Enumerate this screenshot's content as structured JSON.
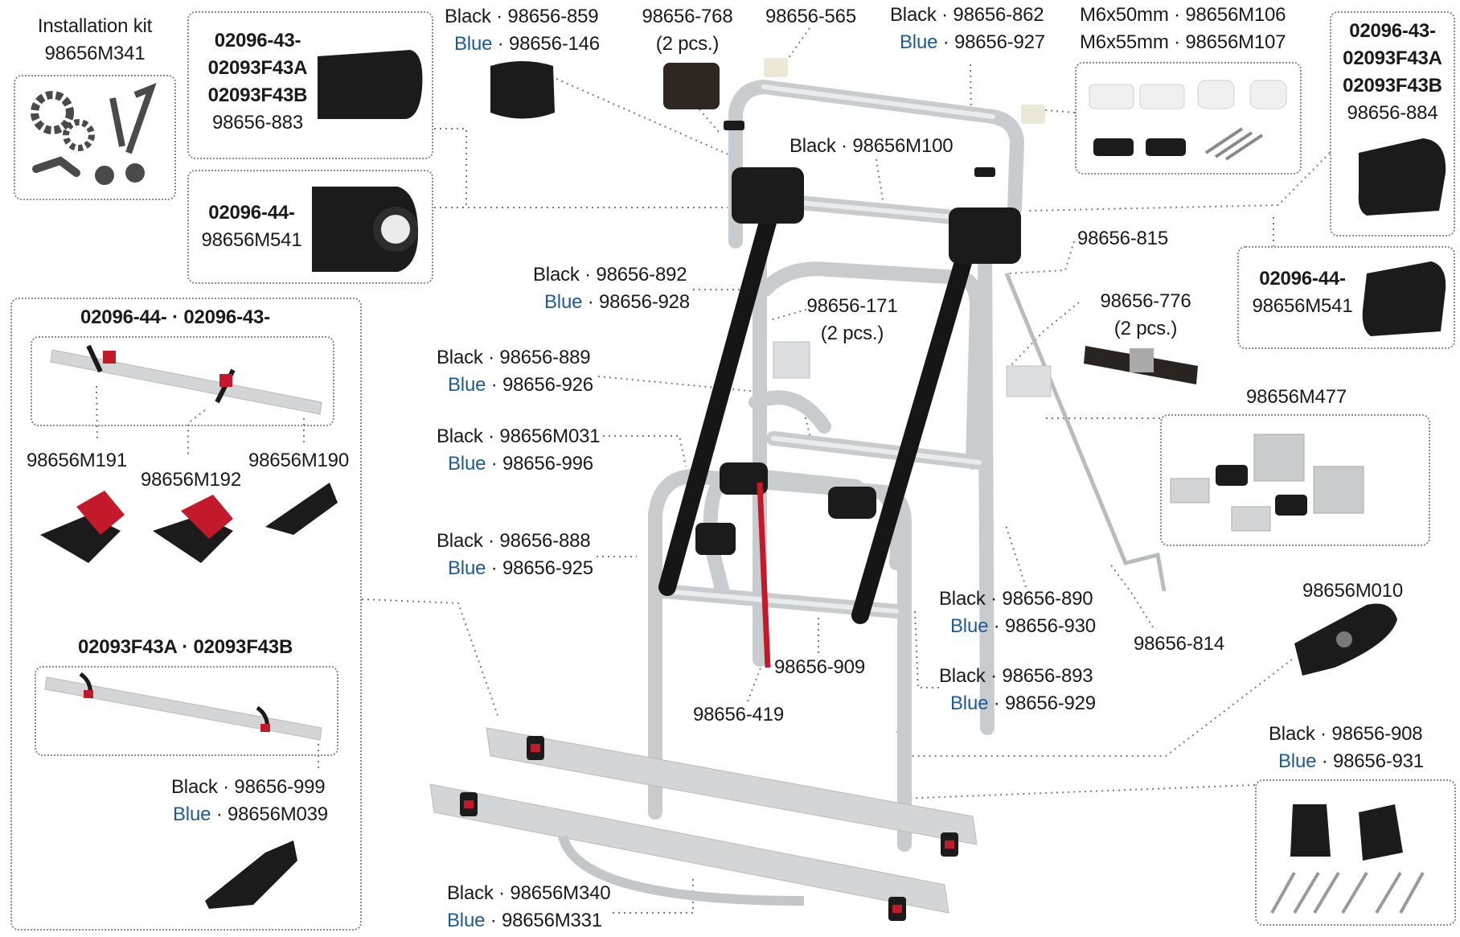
{
  "installation_kit": {
    "title": "Installation kit",
    "code": "98656M341"
  },
  "frame_connector": {
    "line1": "02096-43-",
    "line2": "02093F43A",
    "line3": "02093F43B",
    "code": "98656-883"
  },
  "frame_connector_44": {
    "line1": "02096-44-",
    "code": "98656M541"
  },
  "end_cap_top": {
    "black": "Black · 98656-859",
    "blue_word": "Blue",
    "blue_code": " · 98656-146"
  },
  "spacer": {
    "code": "98656-768",
    "qty": "(2 pcs.)"
  },
  "top_cap": {
    "code": "98656-565"
  },
  "top_tube": {
    "black": "Black · 98656-862",
    "blue_word": "Blue",
    "blue_code": " · 98656-927"
  },
  "screws": {
    "line1": "M6x50mm · 98656M106",
    "line2": "M6x55mm · 98656M107"
  },
  "cap_right_43": {
    "line1": "02096-43-",
    "line2": "02093F43A",
    "line3": "02093F43B",
    "code": "98656-884"
  },
  "cap_right_44": {
    "line1": "02096-44-",
    "code": "98656M541"
  },
  "cross_tube": {
    "text": "Black · 98656M100"
  },
  "rod_clip": {
    "code": "98656-815"
  },
  "strap": {
    "code": "98656-776",
    "qty": "(2 pcs.)"
  },
  "left_tube": {
    "black": "Black · 98656-892",
    "blue_word": "Blue",
    "blue_code": " · 98656-928"
  },
  "bracket": {
    "code": "98656-171",
    "qty": "(2 pcs.)"
  },
  "middle_frame": {
    "black": "Black · 98656-889",
    "blue_word": "Blue",
    "blue_code": " · 98656-926"
  },
  "arm_holder": {
    "black": "Black · 98656M031",
    "blue_word": "Blue",
    "blue_code": " ·  98656-996"
  },
  "lower_frame": {
    "black": "Black · 98656-888",
    "blue_word": "Blue",
    "blue_code": " · 98656-925"
  },
  "wall_plates": {
    "code": "98656M477"
  },
  "right_lower": {
    "black": "Black · 98656-890",
    "blue_word": "Blue",
    "blue_code": " · 98656-930"
  },
  "right_bottom": {
    "black": "Black · 98656-893",
    "blue_word": "Blue",
    "blue_code": " · 98656-929"
  },
  "lock_rod": {
    "code": "98656-814"
  },
  "foot": {
    "code": "98656M010"
  },
  "base_tube": {
    "code": "98656-909"
  },
  "red_strap": {
    "code": "98656-419"
  },
  "rail_feet": {
    "black": "Black · 98656-908",
    "blue_word": "Blue",
    "blue_code": " · 98656-931"
  },
  "rail_kit_44": {
    "title": "02096-44- · 02096-43-",
    "part1": "98656M191",
    "part2": "98656M192",
    "part3": "98656M190"
  },
  "rail_kit_f43": {
    "title": "02093F43A · 02093F43B"
  },
  "wheel_holder": {
    "black": "Black · 98656-999",
    "blue_word": "Blue",
    "blue_code": " · 98656M039"
  },
  "bottom_rails": {
    "black": "Black · 98656M340",
    "blue_word": "Blue",
    "blue_code": " · 98656M331"
  },
  "colors": {
    "blue": "#1d5a96",
    "frame": "#d7d9db",
    "part": "#1b1b1b",
    "accent_red": "#c21a2a",
    "dots": "#8a8a8a"
  }
}
